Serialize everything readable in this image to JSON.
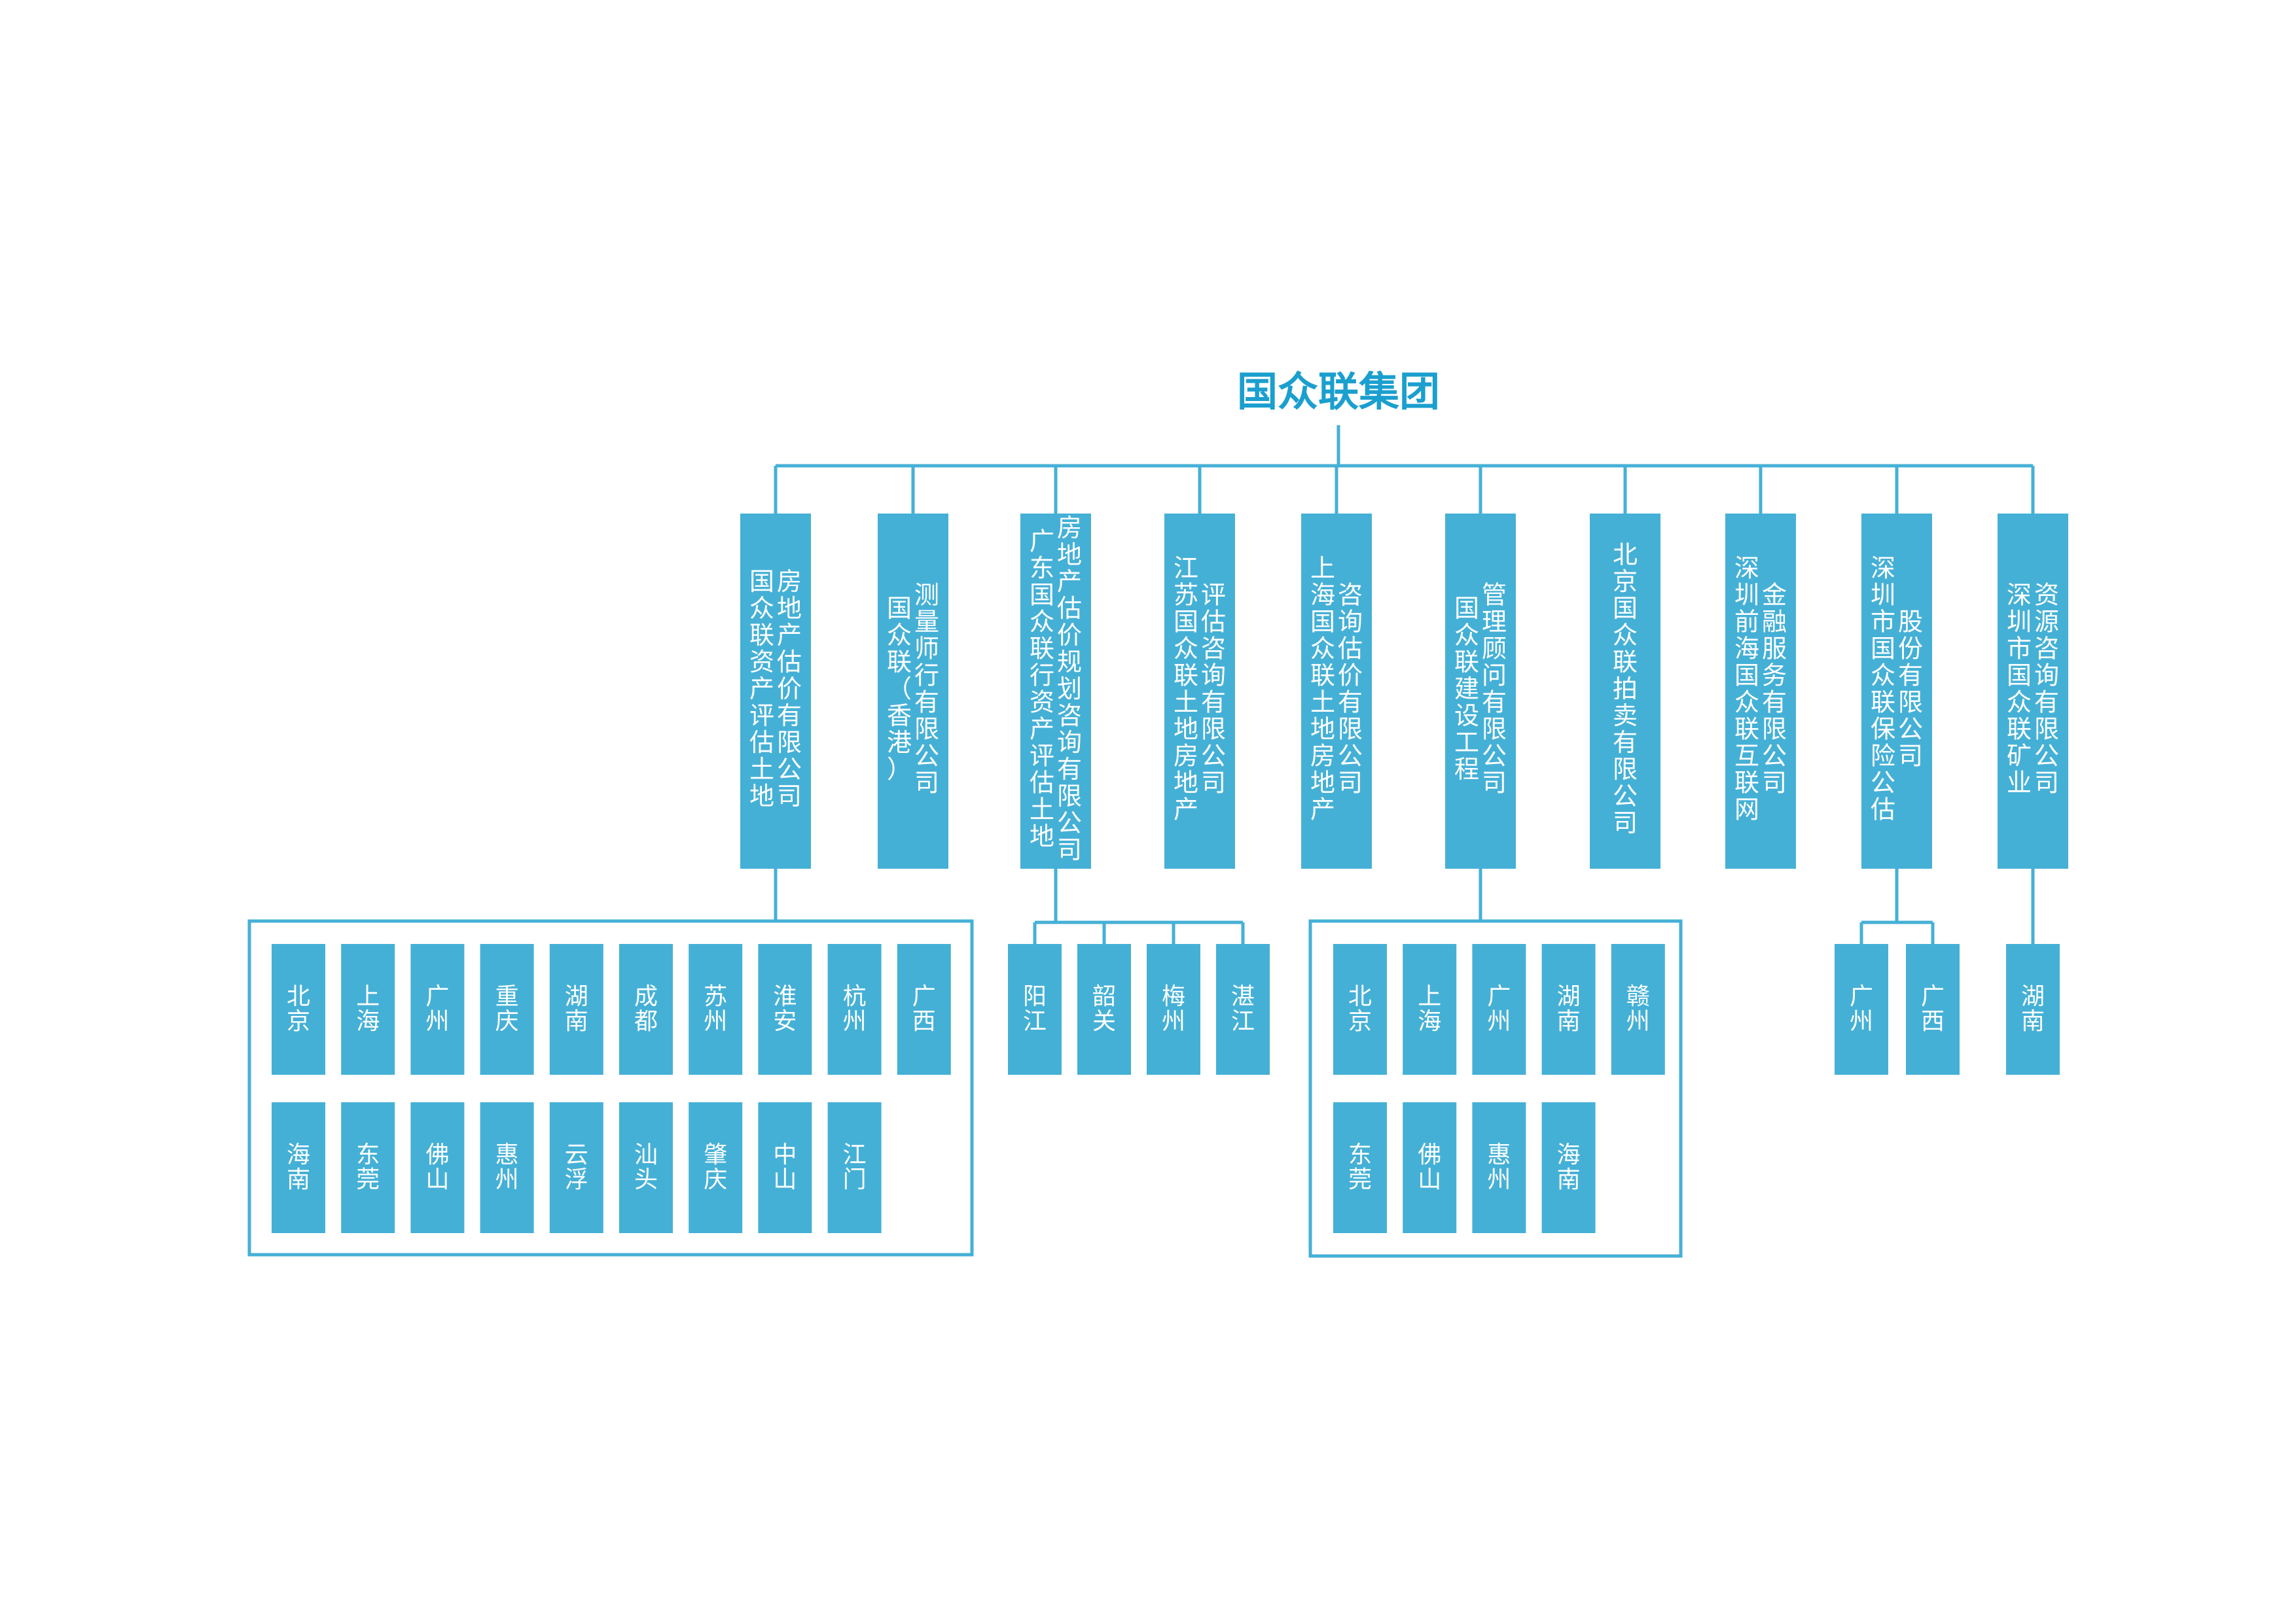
{
  "colors": {
    "accent": "#45b0d6",
    "title": "#1a9fcf",
    "line": "#45b0d6",
    "background": "#ffffff"
  },
  "title": "国众联集团",
  "companies": [
    {
      "lines": [
        "房地产估价有限公司",
        "国众联资产评估土地"
      ],
      "branches": [
        "北京",
        "上海",
        "广州",
        "重庆",
        "湖南",
        "成都",
        "苏州",
        "淮安",
        "杭州",
        "广西",
        "海南",
        "东莞",
        "佛山",
        "惠州",
        "云浮",
        "汕头",
        "肇庆",
        "中山",
        "江门"
      ]
    },
    {
      "lines": [
        "测量师行有限公司",
        "国众联（香港）"
      ],
      "branches": []
    },
    {
      "lines": [
        "房地产估价规划咨询有限公司",
        "广东国众联行资产评估土地"
      ],
      "branches": [
        "阳江",
        "韶关",
        "梅州",
        "湛江"
      ]
    },
    {
      "lines": [
        "评估咨询有限公司",
        "江苏国众联土地房地产"
      ],
      "branches": []
    },
    {
      "lines": [
        "咨询估价有限公司",
        "上海国众联土地房地产"
      ],
      "branches": []
    },
    {
      "lines": [
        "管理顾问有限公司",
        "国众联建设工程"
      ],
      "branches": [
        "北京",
        "上海",
        "广州",
        "湖南",
        "赣州",
        "东莞",
        "佛山",
        "惠州",
        "海南"
      ]
    },
    {
      "lines": [
        "北京国众联拍卖有限公司"
      ],
      "branches": []
    },
    {
      "lines": [
        "金融服务有限公司",
        "深圳前海国众联互联网"
      ],
      "branches": []
    },
    {
      "lines": [
        "股份有限公司",
        "深圳市国众联保险公估"
      ],
      "branches": [
        "广州",
        "广西"
      ]
    },
    {
      "lines": [
        "资源咨询有限公司",
        "深圳市国众联矿业"
      ],
      "branches": [
        "湖南"
      ]
    }
  ]
}
